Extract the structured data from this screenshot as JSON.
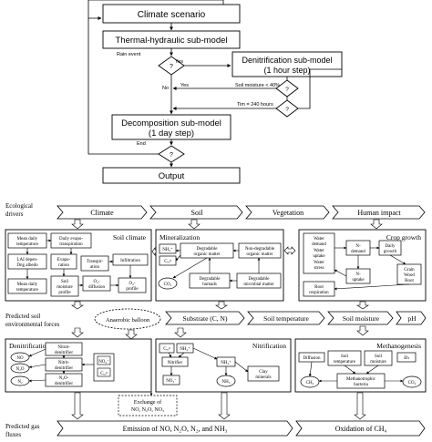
{
  "flowchart": {
    "climate_scenario": "Climate scenario",
    "thermal_hydraulic": "Thermal-hydraulic sub-model",
    "denitrification_line1": "Denitrification sub-model",
    "denitrification_line2": "(1 hour step)",
    "rain_event": "Rain event",
    "yes1": "Yes",
    "soil_moisture_cond": "Soil moisture < 40%",
    "yes2": "Yes",
    "time_cond": "Tim = 240 hours",
    "no": "No",
    "decomposition_line1": "Decomposition sub-model",
    "decomposition_line2": "(1 day step)",
    "end": "End",
    "output": "Output",
    "question": "?"
  },
  "model": {
    "ecological_drivers_line1": "Ecological",
    "ecological_drivers_line2": "drivers",
    "drivers": [
      "Climate",
      "Soil",
      "Vegetation",
      "Human impact"
    ],
    "soil_climate": {
      "title": "Soil climate",
      "mean_daily_temp_top_1": "Mean daily",
      "mean_daily_temp_top_2": "temperature",
      "daily_evapo_1": "Daily evapo-",
      "daily_evapo_2": "transpiration",
      "lai_1": "LAI depen-",
      "lai_2": "Dng albedo",
      "evaporation_1": "Evapo-",
      "evaporation_2": "ration",
      "transpiration_1": "Transpir-",
      "transpiration_2": "ation",
      "infiltration": "Infiltration",
      "mean_daily_temp_bottom_1": "Mean daily",
      "mean_daily_temp_bottom_2": "temperature",
      "soil_moisture_profile_1": "Soil",
      "soil_moisture_profile_2": "moisture",
      "soil_moisture_profile_3": "profile",
      "o2_diffusion_1": "O₂-",
      "o2_diffusion_2": "diffusion",
      "o2_profile_1": "O₂-",
      "o2_profile_2": "profile"
    },
    "mineralization": {
      "title": "Mineralization",
      "nh4": "NH₄⁺",
      "c_org": "Cₒᵣᵍ",
      "degradable_om_1": "Degradable",
      "degradable_om_2": "organic matter",
      "non_degradable_om_1": "Non-degradable",
      "non_degradable_om_2": "organic matter",
      "co2": "CO₂",
      "degradable_humads_1": "Degradable",
      "degradable_humads_2": "humads",
      "degradable_microbial_1": "Degradable",
      "degradable_microbial_2": "microbial matter"
    },
    "crop_growth": {
      "title": "Crop growth",
      "water_1": "Water",
      "water_2": "demand",
      "water_3": "Water",
      "water_4": "uptake",
      "water_5": "Water",
      "water_6": "stress",
      "n_demand_1": "N-",
      "n_demand_2": "demand",
      "daily_growth_1": "Daily",
      "daily_growth_2": "growth",
      "n_uptake_1": "N-",
      "n_uptake_2": "uptake",
      "grain_1": "Grain",
      "grain_2": "Wood",
      "grain_3": "Root",
      "root_respiration_1": "Root",
      "root_respiration_2": "respiration"
    },
    "predicted_soil_line1": "Predicted soil",
    "predicted_soil_line2": "environmental forces",
    "anaerobic_balloon": "Anaerobic balloon",
    "forces": [
      "Substrate (C, N)",
      "Soil temperature",
      "Soil moisture",
      "pH"
    ],
    "denitrification": {
      "title": "Denitrification",
      "nitrate_1": "Nitrat-",
      "nitrate_2": "denitrifier",
      "nitrite_1": "Nitrit-",
      "nitrite_2": "denitrifier",
      "n2o_1": "N₂O-",
      "n2o_2": "denitrifier",
      "no": "NO",
      "n2o": "N₂O",
      "n2": "N₂",
      "no3_label": "NO₃⁻",
      "corg_label": "Cₒᵣᵍ",
      "exchange_1": "Exchange of",
      "exchange_2": "NO, N₂O, NO₃"
    },
    "nitrification": {
      "title": "Nitrification",
      "c_org": "Cₒᵣᵍ",
      "nh4": "NH₄⁺",
      "nitrifier": "Nitrifier",
      "no3": "NO₃⁻",
      "nh4_b": "NH₄⁺",
      "nh3": "NH₃",
      "clay_1": "Clay",
      "clay_2": "minerals"
    },
    "methanogenesis": {
      "title": "Methanogenesis",
      "diffusion": "Diffusion",
      "soil_temp_1": "Soil",
      "soil_temp_2": "temperature",
      "soil_moist_1": "Soil",
      "soil_moist_2": "moisture",
      "eh": "Eh",
      "ch4": "CH₄",
      "methano_1": "Methanotrophic",
      "methano_2": "bacteria",
      "co2": "CO₂"
    },
    "predicted_gas_line1": "Predicted gas",
    "predicted_gas_line2": "fluxes",
    "emission": "Emission of NO, N₂O, N₂, and NH₃",
    "oxidation": "Oxidation of CH₄"
  }
}
